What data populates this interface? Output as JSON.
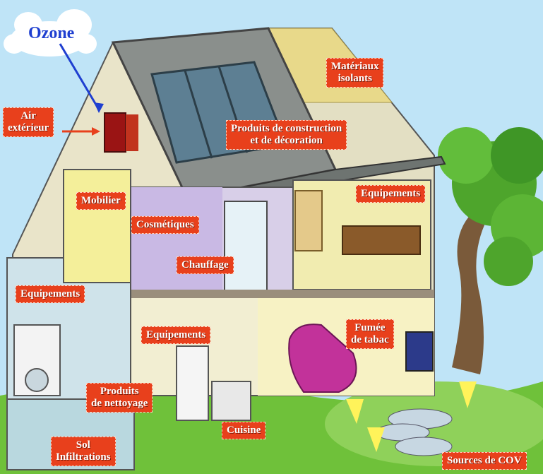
{
  "ozone": "Ozone",
  "labels": {
    "air_exterieur_1": "Air",
    "air_exterieur_2": "extérieur",
    "materiaux_1": "Matériaux",
    "materiaux_2": "isolants",
    "produits_construction_1": "Produits de construction",
    "produits_construction_2": "et de décoration",
    "mobilier": "Mobilier",
    "cosmetiques": "Cosmétiques",
    "chauffage": "Chauffage",
    "equipements_haut": "Equipements",
    "equipements_gauche": "Equipements",
    "equipements_milieu": "Equipements",
    "fumee_1": "Fumée",
    "fumee_2": "de tabac",
    "produits_nettoyage_1": "Produits",
    "produits_nettoyage_2": "de nettoyage",
    "cuisine": "Cuisine",
    "sol_1": "Sol",
    "sol_2": "Infiltrations",
    "sources_cov": "Sources de COV"
  },
  "colors": {
    "label_bg": "#e8401c",
    "ozone_text": "#1f3fd0",
    "arrow_blue": "#1f3fd0",
    "arrow_red": "#e8401c",
    "sky": "#bfe4f7",
    "grass": "#6fc13a",
    "roof": "#8a8f8c",
    "wall": "#e9e4c9"
  }
}
